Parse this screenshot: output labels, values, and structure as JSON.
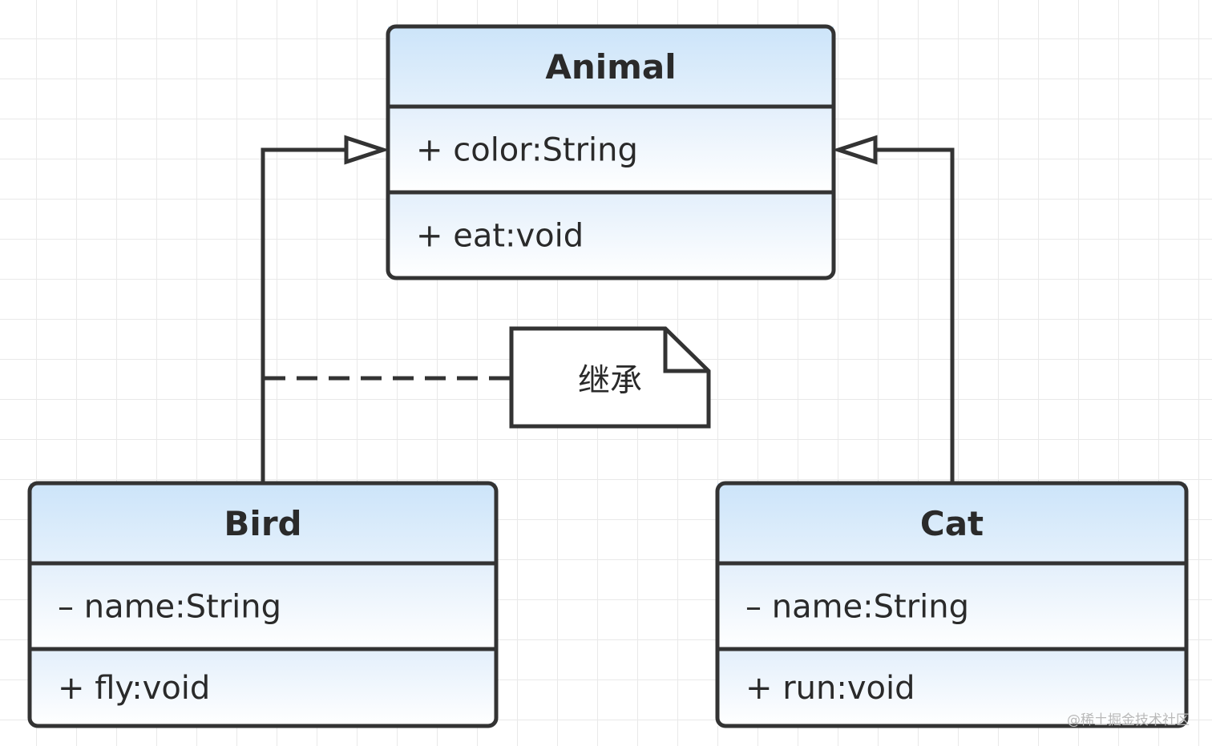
{
  "diagram": {
    "type": "uml-class-diagram",
    "relationship": "inheritance",
    "classes": [
      {
        "id": "animal",
        "name": "Animal",
        "attributes": [
          "+ color:String"
        ],
        "methods": [
          "+ eat:void"
        ]
      },
      {
        "id": "bird",
        "name": "Bird",
        "attributes": [
          "– name:String"
        ],
        "methods": [
          "+ fly:void"
        ],
        "extends": "animal"
      },
      {
        "id": "cat",
        "name": "Cat",
        "attributes": [
          "– name:String"
        ],
        "methods": [
          "+ run:void"
        ],
        "extends": "animal"
      }
    ],
    "note": {
      "text": "继承"
    }
  },
  "colors": {
    "stroke": "#333333",
    "header_top": "#cce4f9",
    "header_bottom": "#e5f1fc",
    "body_top": "#e3effb",
    "body_bottom": "#ffffff",
    "grid": "#e9e9e9",
    "note_fill": "#ffffff"
  },
  "watermark": "@稀土掘金技术社区"
}
